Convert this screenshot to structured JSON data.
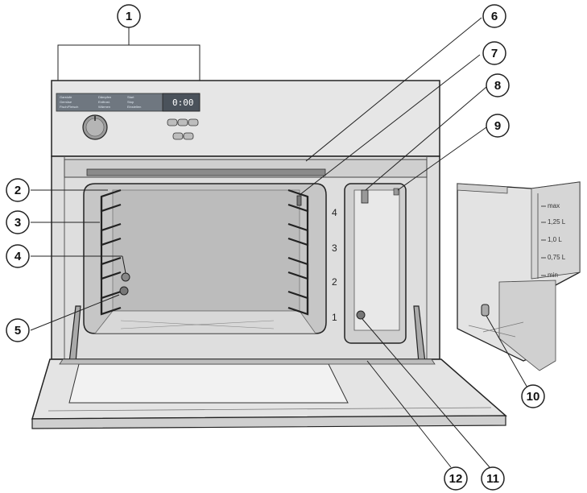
{
  "callouts": [
    {
      "num": "1",
      "part": "control-panel"
    },
    {
      "num": "2",
      "part": "top-heating-element"
    },
    {
      "num": "3",
      "part": "side-runners"
    },
    {
      "num": "4",
      "part": "temperature-sensor"
    },
    {
      "num": "5",
      "part": "steam-inlet"
    },
    {
      "num": "6",
      "part": "door-seal"
    },
    {
      "num": "7",
      "part": "steam-outlet"
    },
    {
      "num": "8",
      "part": "water-container-connector"
    },
    {
      "num": "9",
      "part": "vent"
    },
    {
      "num": "10",
      "part": "water-container-valve"
    },
    {
      "num": "11",
      "part": "drip-channel-outlet"
    },
    {
      "num": "12",
      "part": "drip-channel"
    }
  ],
  "shelf_levels": [
    "4",
    "3",
    "2",
    "1"
  ],
  "container_scale": [
    "max",
    "1,25 L",
    "1,0 L",
    "0,75 L",
    "min"
  ],
  "display_readout": "0:00",
  "panel_text": {
    "col1": [
      "Garstufe",
      "Gemüse",
      "Fisch/Fleisch"
    ],
    "col2": [
      "Dämpfen",
      "Entfrost.",
      "Wärmen"
    ],
    "col3": [
      "Start",
      "Stop",
      "Einstellen"
    ]
  }
}
